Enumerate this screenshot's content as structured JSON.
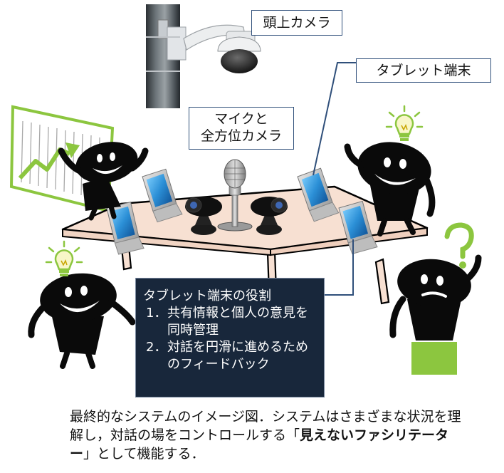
{
  "labels": {
    "overhead_camera": "頭上カメラ",
    "tablet_terminal": "タブレット端末",
    "mic_line1": "マイクと",
    "mic_line2": "全方位カメラ"
  },
  "role_box": {
    "title": "タブレット端末の役割",
    "items": [
      {
        "num": "1．",
        "text": "共有情報と個人の意見を同時管理"
      },
      {
        "num": "2．",
        "text": "対話を円滑に進めるためのフィードバック"
      }
    ]
  },
  "caption": {
    "part1": "最終的なシステムのイメージ図．システムはさまざまな状況を理解し，対話の場をコントロールする「",
    "bold": "見えないファシリテーター",
    "part2": "」として機能する．"
  },
  "colors": {
    "label_border": "#2f4f7a",
    "role_box_bg": "#18273b",
    "table_top": "#f7e0d2",
    "chart_green": "#8cc63f",
    "tablet_screen": "#2b8fd6",
    "character": "#0a0a0a"
  },
  "icons": [
    "camera-icon",
    "microphone-icon",
    "tablet-icon",
    "lightbulb-icon",
    "question-mark-icon",
    "chart-icon"
  ]
}
